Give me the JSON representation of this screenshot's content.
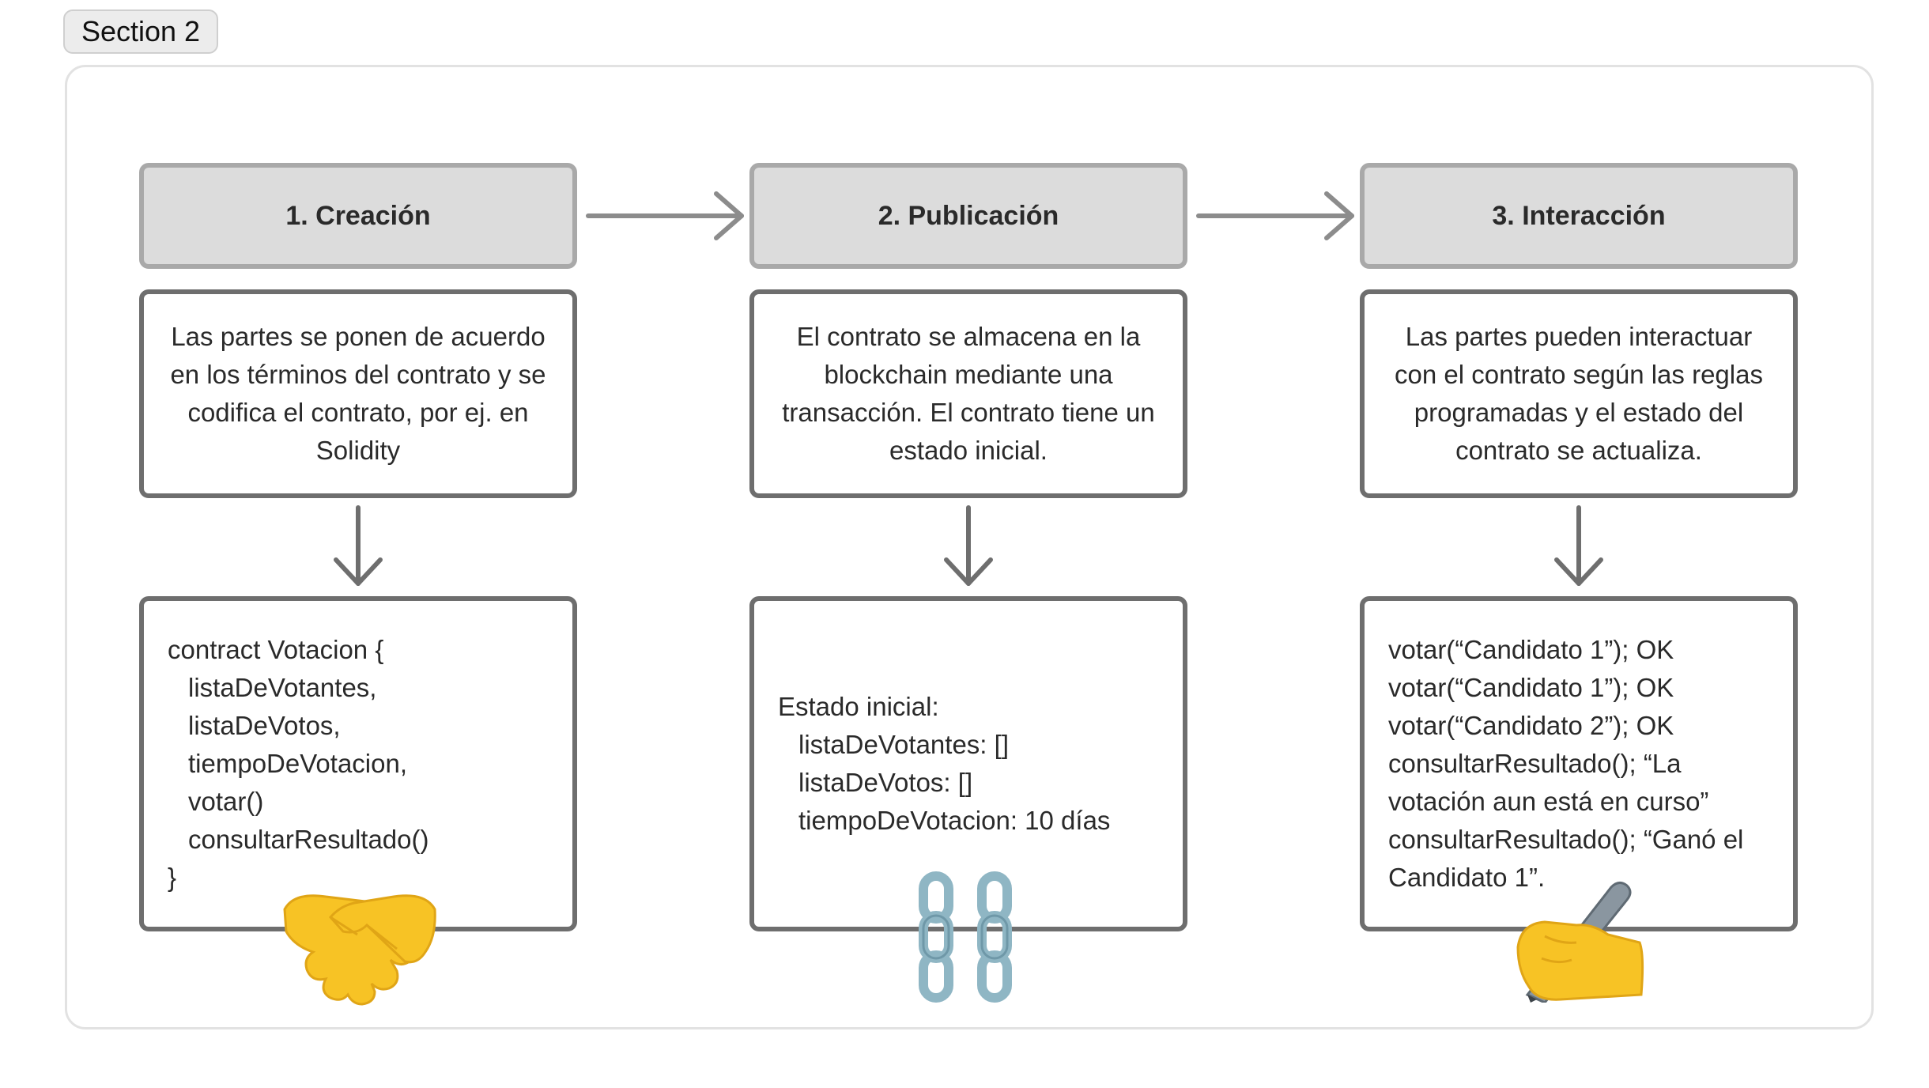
{
  "section": {
    "label": "Section 2"
  },
  "steps": [
    {
      "title": "1. Creación",
      "description": "Las partes se ponen de acuerdo en los términos del contrato y se codifica el contrato, por ej. en Solidity",
      "code": {
        "l0": "contract Votacion {",
        "l1": "listaDeVotantes,",
        "l2": "listaDeVotos,",
        "l3": "tiempoDeVotacion,",
        "l4": "votar()",
        "l5": "consultarResultado()",
        "l6": "}"
      },
      "icon": "handshake-icon"
    },
    {
      "title": "2. Publicación",
      "description": "El contrato se almacena en la blockchain mediante una transacción. El contrato tiene un estado inicial.",
      "code": {
        "l0": "Estado inicial:",
        "l1": "listaDeVotantes: []",
        "l2": "listaDeVotos: []",
        "l3": "tiempoDeVotacion: 10 días"
      },
      "icon": "chain-icon"
    },
    {
      "title": "3. Interacción",
      "description": "Las partes pueden interactuar con el contrato según las reglas programadas y el estado del contrato se actualiza.",
      "code": {
        "l0": "votar(“Candidato 1”); OK",
        "l1": "votar(“Candidato 1”); OK",
        "l2": "votar(“Candidato 2”); OK",
        "l3": "consultarResultado(); “La",
        "l4": "votación aun está en curso”",
        "l5": "consultarResultado(); “Ganó el",
        "l6": "Candidato 1”."
      },
      "icon": "writing-hand-icon"
    }
  ],
  "colors": {
    "header_fill": "#dcdcdc",
    "header_border": "#a9a9a9",
    "box_border": "#6e6e6e",
    "arrow": "#8c8c8c",
    "emoji_yellow": "#f7c325",
    "chain_blue": "#8fb6c4"
  }
}
